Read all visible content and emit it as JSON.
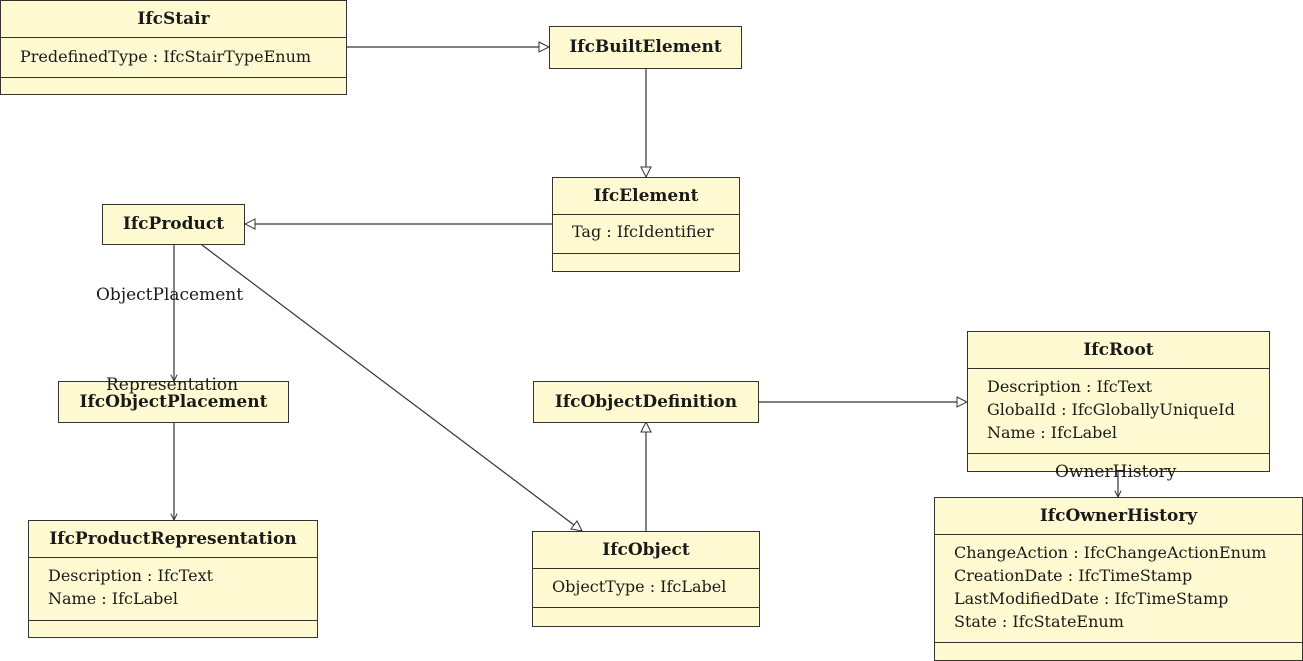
{
  "classes": {
    "stair": {
      "name": "IfcStair",
      "attrs": [
        "PredefinedType : IfcStairTypeEnum"
      ]
    },
    "built_element": {
      "name": "IfcBuiltElement",
      "attrs": []
    },
    "element": {
      "name": "IfcElement",
      "attrs": [
        "Tag : IfcIdentifier"
      ]
    },
    "product": {
      "name": "IfcProduct",
      "attrs": []
    },
    "object_placement": {
      "name": "IfcObjectPlacement",
      "attrs": []
    },
    "product_representation": {
      "name": "IfcProductRepresentation",
      "attrs": [
        "Description : IfcText",
        "Name : IfcLabel"
      ]
    },
    "object_definition": {
      "name": "IfcObjectDefinition",
      "attrs": []
    },
    "object": {
      "name": "IfcObject",
      "attrs": [
        "ObjectType : IfcLabel"
      ]
    },
    "root": {
      "name": "IfcRoot",
      "attrs": [
        "Description : IfcText",
        "GlobalId : IfcGloballyUniqueId",
        "Name : IfcLabel"
      ]
    },
    "owner_history": {
      "name": "IfcOwnerHistory",
      "attrs": [
        "ChangeAction : IfcChangeActionEnum",
        "CreationDate : IfcTimeStamp",
        "LastModifiedDate : IfcTimeStamp",
        "State : IfcStateEnum"
      ]
    }
  },
  "labels": {
    "object_placement": "ObjectPlacement",
    "representation": "Representation",
    "owner_history": "OwnerHistory"
  }
}
